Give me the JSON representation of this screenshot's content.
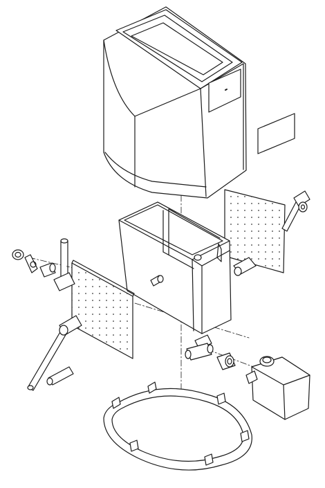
{
  "diagram": {
    "kind": "exploded-assembly-line-drawing",
    "components": [
      {
        "id": "housing-cover",
        "icon": "housing-cover-icon"
      },
      {
        "id": "inspection-window",
        "icon": "window-icon"
      },
      {
        "id": "detached-window-panel",
        "icon": "panel-icon"
      },
      {
        "id": "rear-perforated-panel",
        "icon": "perforated-panel-icon"
      },
      {
        "id": "front-perforated-panel",
        "icon": "perforated-panel-icon"
      },
      {
        "id": "inner-tank",
        "icon": "tank-icon"
      },
      {
        "id": "left-hinge-arm",
        "icon": "hinge-arm-icon"
      },
      {
        "id": "right-hinge-arm",
        "icon": "hinge-arm-icon"
      },
      {
        "id": "standpipe",
        "icon": "pipe-icon"
      },
      {
        "id": "valve-knob",
        "icon": "knob-icon"
      },
      {
        "id": "tee-fitting",
        "icon": "tee-fitting-icon"
      },
      {
        "id": "coupling-nut",
        "icon": "nut-icon"
      },
      {
        "id": "pump-motor-unit",
        "icon": "motor-icon"
      },
      {
        "id": "base-frame-ring",
        "icon": "frame-ring-icon"
      }
    ],
    "colors": {
      "line": "#1a1a1a",
      "fill": "#ffffff",
      "dots": "#333333"
    }
  }
}
